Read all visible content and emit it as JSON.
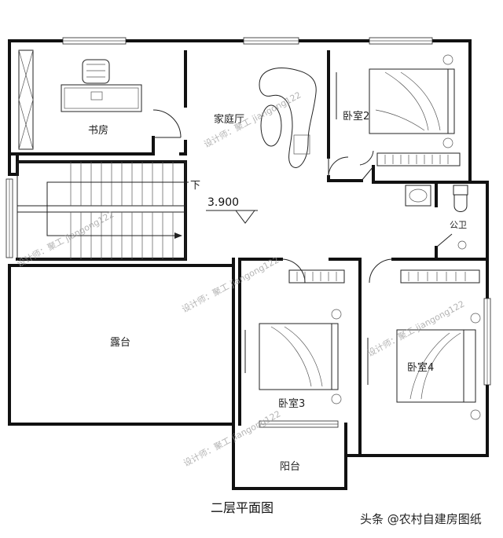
{
  "diagram": {
    "title": "二层平面图",
    "level_mark": "3.900",
    "stair_direction": "下",
    "rooms": {
      "study": "书房",
      "family_room": "家庭厅",
      "bedroom2": "卧室2",
      "bedroom3": "卧室3",
      "bedroom4": "卧室4",
      "public_bath": "公卫",
      "terrace": "露台",
      "balcony": "阳台"
    },
    "watermark": "设计师：聚工 jiangong122",
    "credit": "头条 @农村自建房图纸"
  }
}
